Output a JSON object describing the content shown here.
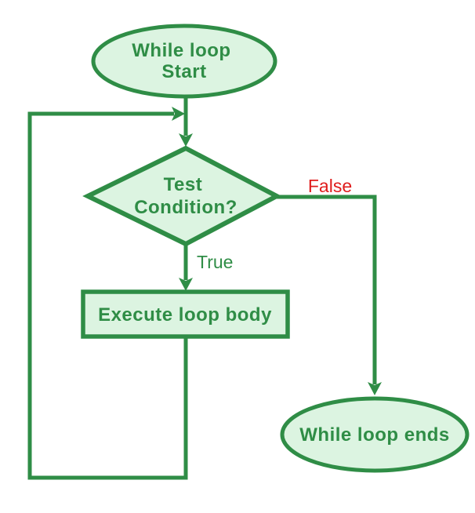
{
  "diagram": {
    "type": "flowchart",
    "subject": "while-loop-control-flow",
    "colors": {
      "stroke": "#2f8d46",
      "node_fill": "#dcf4e1",
      "label_text": "#2f8d46",
      "false_text": "#df1d1d",
      "background": "#ffffff"
    },
    "nodes": {
      "start": {
        "shape": "ellipse",
        "lines": [
          "While loop",
          "Start"
        ]
      },
      "condition": {
        "shape": "diamond",
        "lines": [
          "Test",
          "Condition?"
        ]
      },
      "body": {
        "shape": "rectangle",
        "label": "Execute loop body"
      },
      "end": {
        "shape": "ellipse",
        "label": "While loop ends"
      }
    },
    "edges": [
      {
        "from": "start",
        "to": "condition",
        "label": ""
      },
      {
        "from": "condition",
        "to": "body",
        "label": "True"
      },
      {
        "from": "condition",
        "to": "end",
        "label": "False"
      },
      {
        "from": "body",
        "to": "condition",
        "label": "",
        "kind": "loopback"
      }
    ]
  }
}
